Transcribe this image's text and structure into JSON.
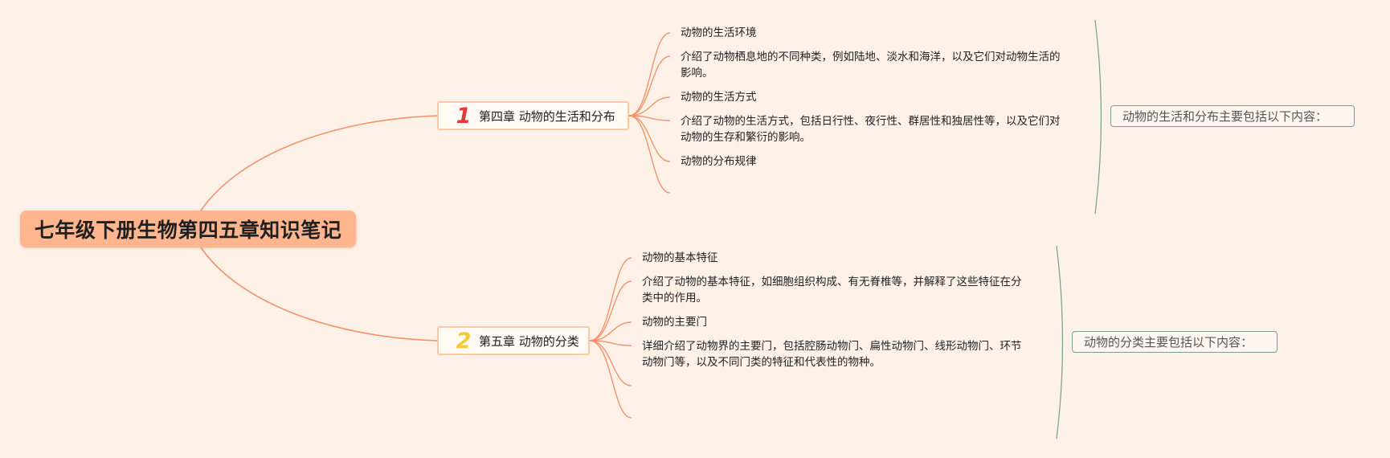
{
  "root": {
    "title": "七年级下册生物第四五章知识笔记"
  },
  "chapters": [
    {
      "number": "1",
      "title": "第四章 动物的生活和分布",
      "number_color": "#e23b3b",
      "items": [
        {
          "lines": [
            "动物的生活环境"
          ]
        },
        {
          "lines": [
            "介绍了动物栖息地的不同种类，例如陆地、淡水和海洋，以及它们对动物生活的",
            "影响。"
          ]
        },
        {
          "lines": [
            "动物的生活方式"
          ]
        },
        {
          "lines": [
            "介绍了动物的生活方式，包括日行性、夜行性、群居性和独居性等，以及它们对",
            "动物的生存和繁衍的影响。"
          ]
        },
        {
          "lines": [
            "动物的分布规律"
          ]
        }
      ],
      "summary": "动物的生活和分布主要包括以下内容："
    },
    {
      "number": "2",
      "title": "第五章 动物的分类",
      "number_color": "#f5c93a",
      "items": [
        {
          "lines": [
            "动物的基本特征"
          ]
        },
        {
          "lines": [
            "介绍了动物的基本特征，如细胞组织构成、有无脊椎等，并解释了这些特征在分",
            "类中的作用。"
          ]
        },
        {
          "lines": [
            "动物的主要门"
          ]
        },
        {
          "lines": [
            "详细介绍了动物界的主要门，包括腔肠动物门、扁性动物门、线形动物门、环节",
            "动物门等，以及不同门类的特征和代表性的物种。"
          ]
        }
      ],
      "summary": "动物的分类主要包括以下内容："
    }
  ],
  "colors": {
    "background": "#fef1e7",
    "root_fill": "#ffb68f",
    "branch_line": "#f2936a",
    "bracket_line": "#7d9a93"
  }
}
